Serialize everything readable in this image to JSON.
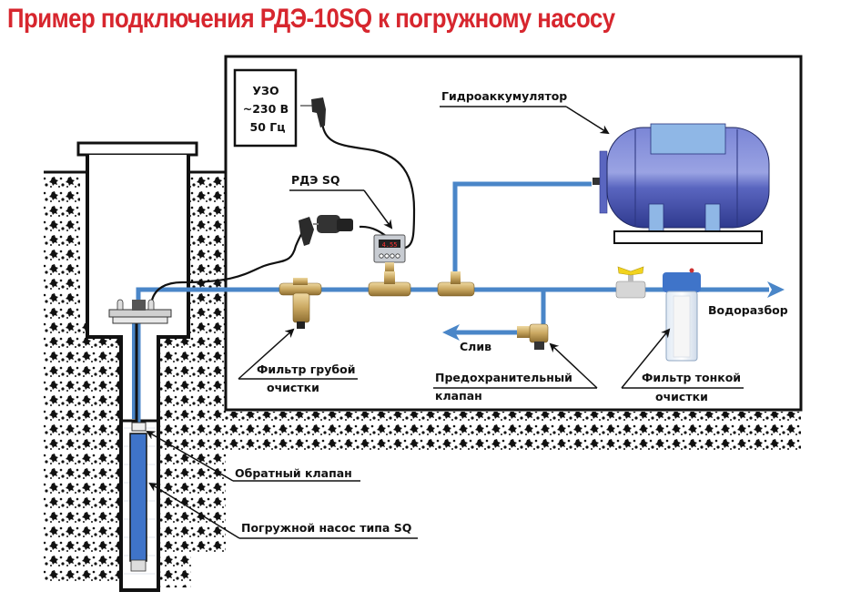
{
  "title": "Пример подключения РДЭ-10SQ к погружному насосу",
  "colors": {
    "title": "#d7262e",
    "pipe": "#4a86c8",
    "tank": "#5a6bc4",
    "tank_panel": "#8fb7e6",
    "brass": "#c9a760",
    "outline": "#111111"
  },
  "labels": {
    "power": [
      "УЗО",
      "~230 В",
      "50 Гц"
    ],
    "pressure_switch": "РДЭ SQ",
    "pressure_switch_display": "4.55",
    "accumulator": "Гидроаккумулятор",
    "coarse_filter": [
      "Фильтр грубой",
      "очистки"
    ],
    "safety_valve": [
      "Предохранительный",
      "клапан"
    ],
    "drain": "Слив",
    "water_outlet": "Водоразбор",
    "fine_filter": [
      "Фильтр тонкой",
      "очистки"
    ],
    "check_valve": "Обратный клапан",
    "submersible_pump": "Погружной насос типа SQ"
  }
}
